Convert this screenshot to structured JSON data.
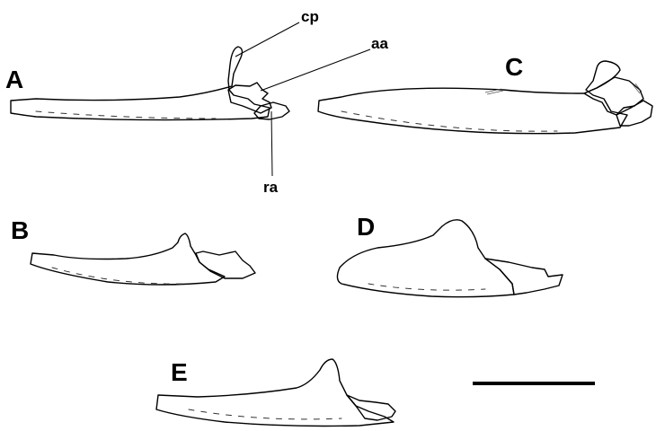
{
  "panels": {
    "a": "A",
    "b": "B",
    "c": "C",
    "d": "D",
    "e": "E"
  },
  "annotations": {
    "cp": "cp",
    "aa": "aa",
    "ra": "ra"
  }
}
